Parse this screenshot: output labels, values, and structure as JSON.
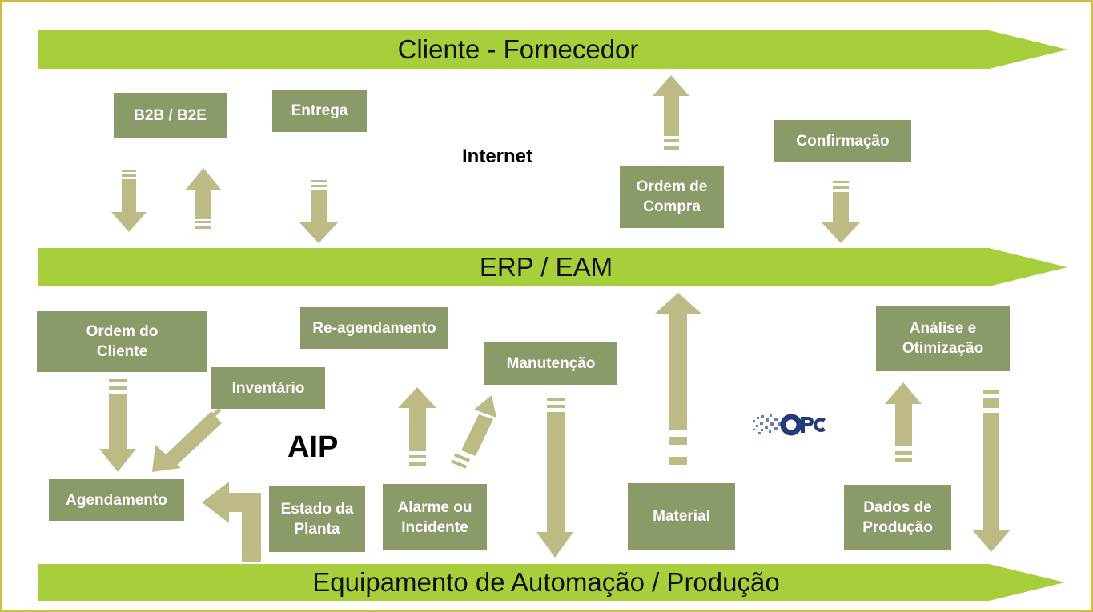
{
  "bands": {
    "top": "Cliente - Fornecedor",
    "middle": "ERP / EAM",
    "bottom": "Equipamento de Automação / Produção"
  },
  "labels": {
    "internet": "Internet",
    "aip": "AIP"
  },
  "boxes": {
    "b2b": "B2B / B2E",
    "entrega": "Entrega",
    "ordem_compra": "Ordem de\nCompra",
    "confirmacao": "Confirmação",
    "ordem_cliente": "Ordem do\nCliente",
    "re_agendamento": "Re-agendamento",
    "manutencao": "Manutenção",
    "analise": "Análise e\nOtimização",
    "inventario": "Inventário",
    "agendamento": "Agendamento",
    "estado_planta": "Estado da\nPlanta",
    "alarme": "Alarme ou\nIncidente",
    "material": "Material",
    "dados_producao": "Dados de\nProdução"
  },
  "logo": {
    "text": "OPC",
    "icon": "opc-logo-icon"
  },
  "colors": {
    "band_green": "#a6cf3b",
    "box_olive": "#8b9a69",
    "arrow_khaki": "#bcbb86",
    "frame_gold": "#d4bb3a"
  }
}
